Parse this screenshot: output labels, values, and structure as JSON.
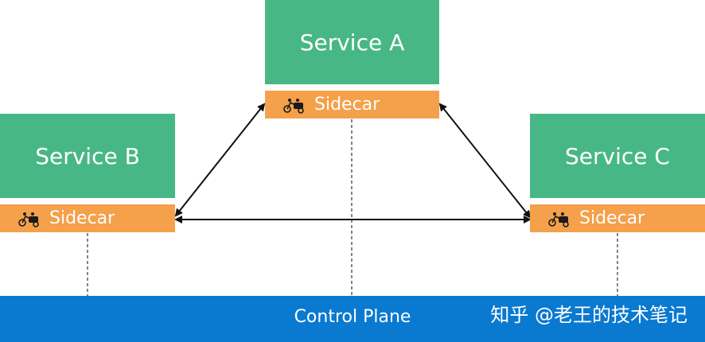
{
  "services": [
    {
      "id": "a",
      "label": "Service A"
    },
    {
      "id": "b",
      "label": "Service B"
    },
    {
      "id": "c",
      "label": "Service C"
    }
  ],
  "sidecar_label": "Sidecar",
  "sidecar_icon": "motorcycle-sidecar-icon",
  "control_plane": {
    "label": "Control Plane",
    "watermark": "知乎 @老王的技术笔记"
  },
  "colors": {
    "service": "#48b786",
    "sidecar": "#f5a04a",
    "control_plane": "#0a79d0",
    "arrow": "#111111"
  }
}
